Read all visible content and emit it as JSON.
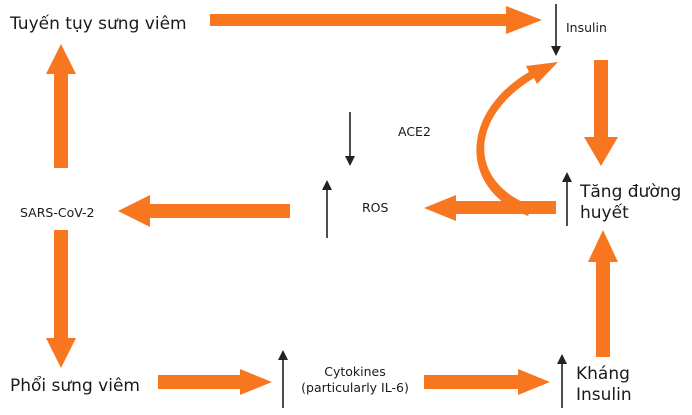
{
  "nodes": {
    "pancreatitis": "Tuyến tụy sưng viêm",
    "insulin": "Insulin",
    "ace2": "ACE2",
    "ros": "ROS",
    "hyperglycemia_1": "Tăng đường",
    "hyperglycemia_2": "huyết",
    "sars": "SARS-CoV-2",
    "pneumonia": "Phổi sưng viêm",
    "cytokines_1": "Cytokines",
    "cytokines_2": "(particularly IL-6)",
    "resistance_1": "Kháng",
    "resistance_2": "Insulin"
  },
  "colors": {
    "arrow": "#f7761f",
    "indicator": "#222222",
    "text": "#1a1a1a"
  }
}
